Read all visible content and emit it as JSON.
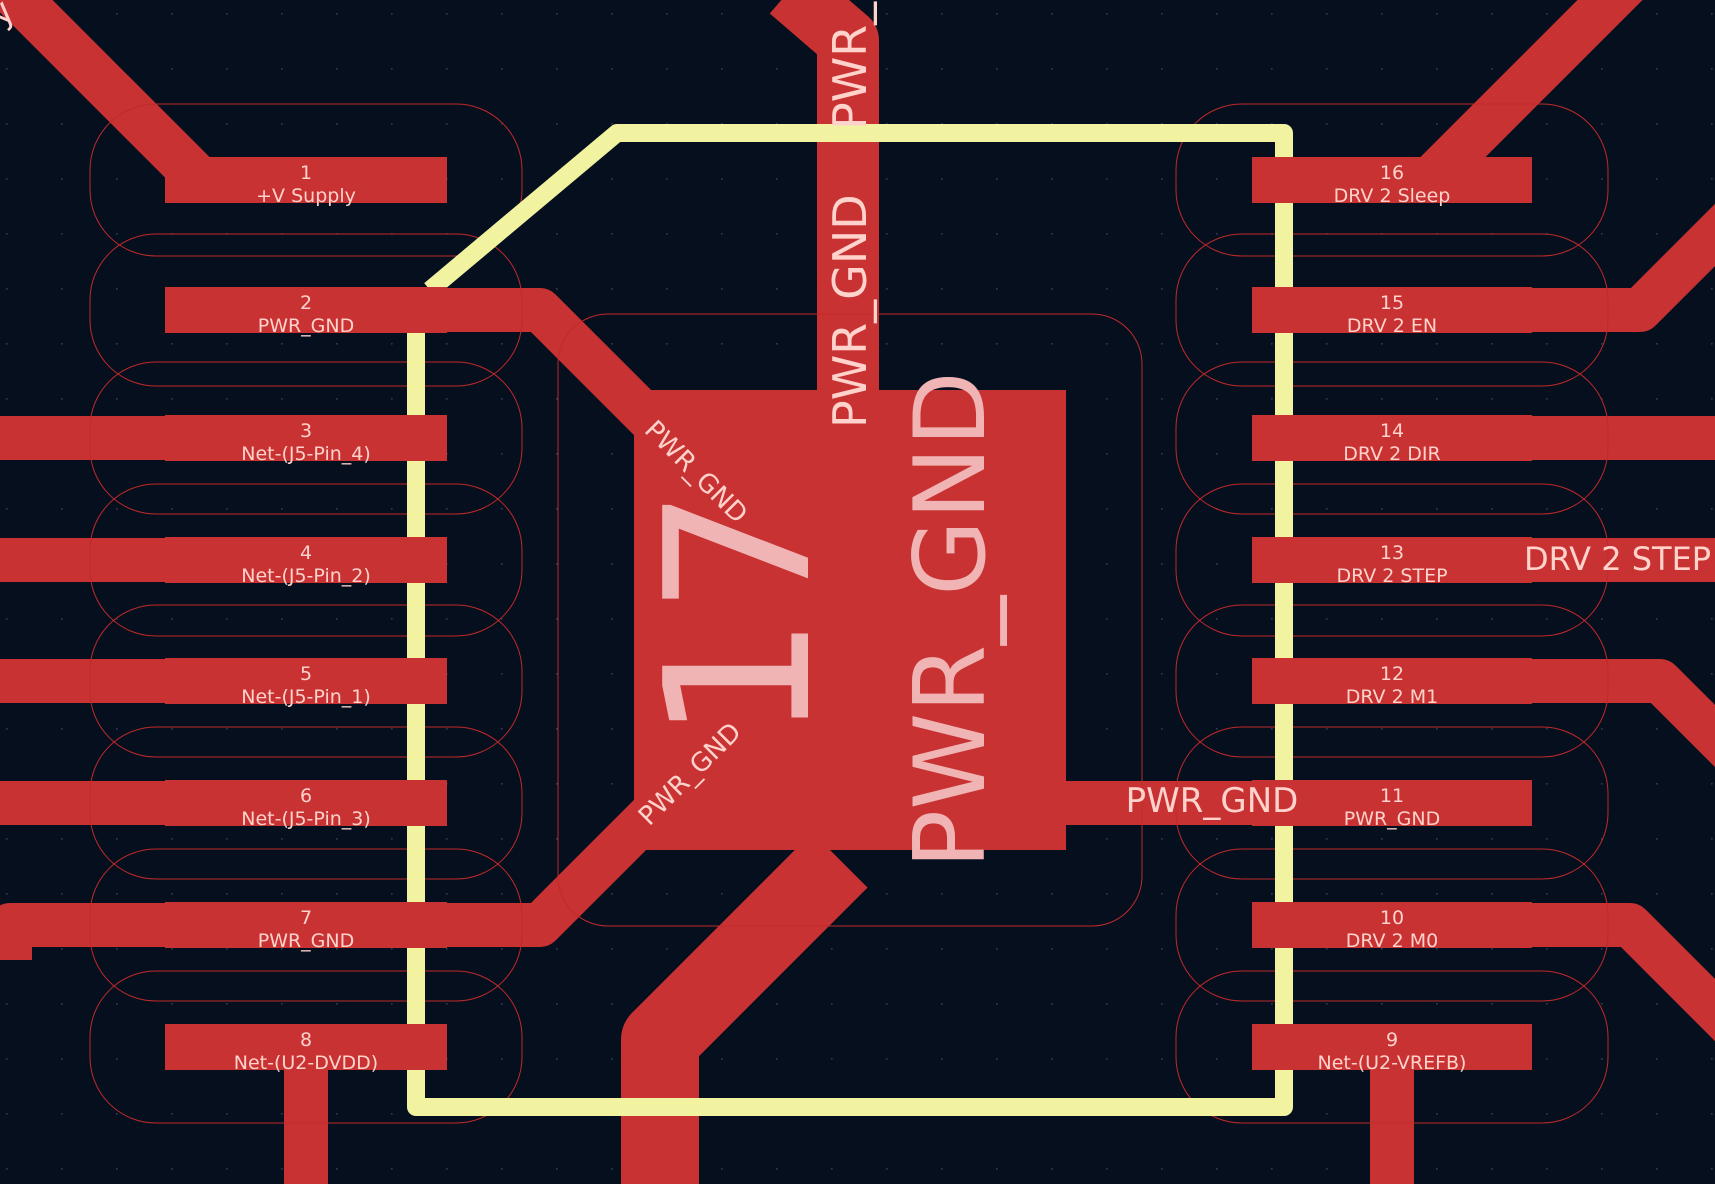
{
  "app": "PCB layout editor",
  "colors": {
    "background": "#050f1e",
    "copper": "#c83232",
    "silkscreen": "#f1f3a0",
    "label": "#ffd2cc",
    "grid": "#2e3d52"
  },
  "component": {
    "center_pad_number": "17",
    "center_pad_net": "PWR_GND"
  },
  "pads_left": [
    {
      "num": "1",
      "net": "+V Supply"
    },
    {
      "num": "2",
      "net": "PWR_GND"
    },
    {
      "num": "3",
      "net": "Net-(J5-Pin_4)"
    },
    {
      "num": "4",
      "net": "Net-(J5-Pin_2)"
    },
    {
      "num": "5",
      "net": "Net-(J5-Pin_1)"
    },
    {
      "num": "6",
      "net": "Net-(J5-Pin_3)"
    },
    {
      "num": "7",
      "net": "PWR_GND"
    },
    {
      "num": "8",
      "net": "Net-(U2-DVDD)"
    }
  ],
  "pads_right": [
    {
      "num": "16",
      "net": "DRV 2 Sleep"
    },
    {
      "num": "15",
      "net": "DRV 2 EN"
    },
    {
      "num": "14",
      "net": "DRV 2 DIR"
    },
    {
      "num": "13",
      "net": "DRV 2 STEP"
    },
    {
      "num": "12",
      "net": "DRV 2 M1"
    },
    {
      "num": "11",
      "net": "PWR_GND"
    },
    {
      "num": "10",
      "net": "DRV 2 M0"
    },
    {
      "num": "9",
      "net": "Net-(U2-VREFB)"
    }
  ],
  "track_labels": {
    "top_vertical": "PWR_GND",
    "top_edge_vertical": "PWR_",
    "diag_upper": "PWR_GND",
    "diag_lower": "PWR_GND",
    "right_horizontal": "PWR_GND",
    "right_edge": "DRV 2 STEP",
    "top_left_corner": "y"
  }
}
